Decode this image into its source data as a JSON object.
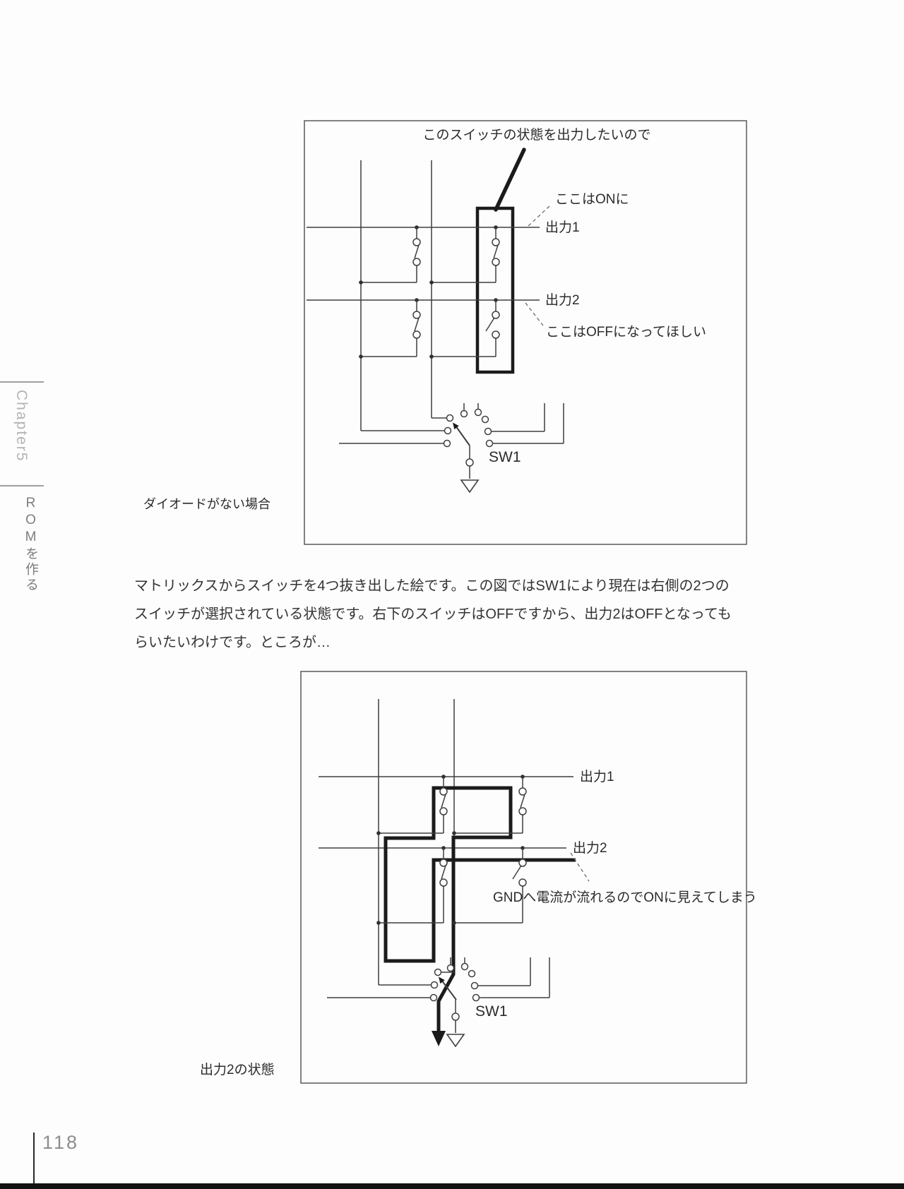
{
  "page": {
    "number": "118"
  },
  "sidebar": {
    "chapter": "Chapter5",
    "section": "ROMを作る"
  },
  "figure1": {
    "caption": "ダイオードがない場合",
    "ann_pointer": "このスイッチの状態を出力したいので",
    "ann_on": "ここはONに",
    "ann_off": "ここはOFFになってほしい",
    "label_out1": "出力1",
    "label_out2": "出力2",
    "label_sw": "SW1"
  },
  "body_text": {
    "line1": "マトリックスからスイッチを4つ抜き出した絵です。この図ではSW1により現在は右側の2つの",
    "line2": "スイッチが選択されている状態です。右下のスイッチはOFFですから、出力2はOFFとなっても",
    "line3": "らいたいわけです。ところが…"
  },
  "figure2": {
    "caption": "出力2の状態",
    "ann_gnd": "GNDへ電流が流れるのでONに見えてしまう",
    "label_out1": "出力1",
    "label_out2": "出力2",
    "label_sw": "SW1"
  }
}
